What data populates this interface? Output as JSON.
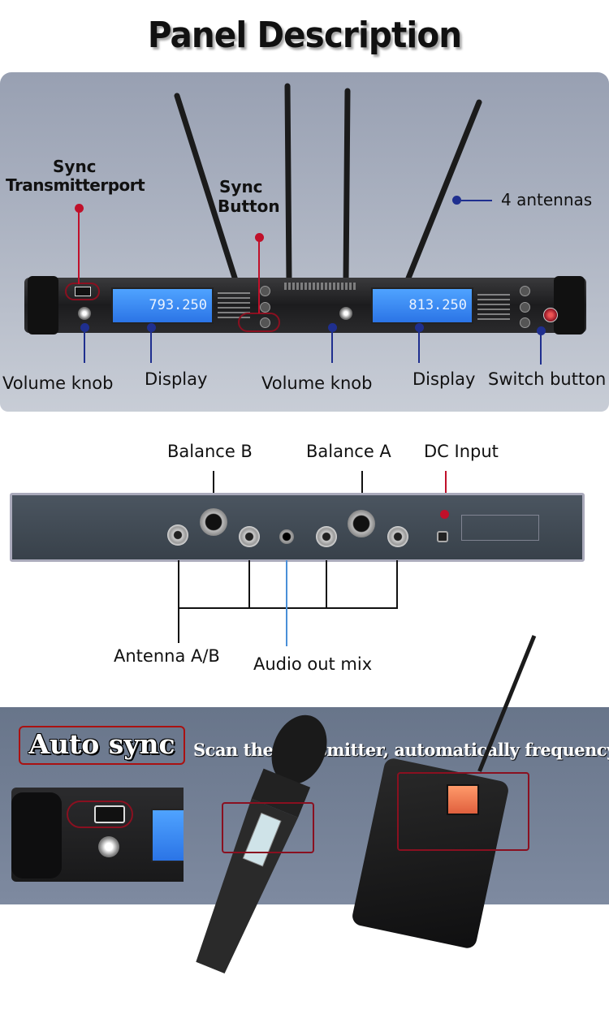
{
  "title": "Panel Description",
  "front_panel": {
    "callouts": {
      "sync_port_line1": "Sync",
      "sync_port_line2": "Transmitterport",
      "sync_button_line1": "Sync",
      "sync_button_line2": "Button",
      "antennas": "4 antennas",
      "volume_knob_left": "Volume knob",
      "display_left": "Display",
      "volume_knob_center": "Volume knob",
      "display_right": "Display",
      "switch_button": "Switch button"
    },
    "lcd_left": "793.250",
    "lcd_right": "813.250"
  },
  "rear_panel": {
    "balance_b": "Balance B",
    "balance_a": "Balance A",
    "dc_input": "DC Input",
    "antenna_ab": "Antenna A/B",
    "audio_out_mix": "Audio out mix"
  },
  "auto_sync": {
    "heading": "Auto sync",
    "description": "Scan the transmitter, automatically frequency"
  },
  "colors": {
    "callout_dot_red": "#c0102a",
    "callout_dot_blue": "#1f2f8f",
    "callout_line_blue": "#4a8fd8",
    "highlight_box": "#8a1020"
  }
}
